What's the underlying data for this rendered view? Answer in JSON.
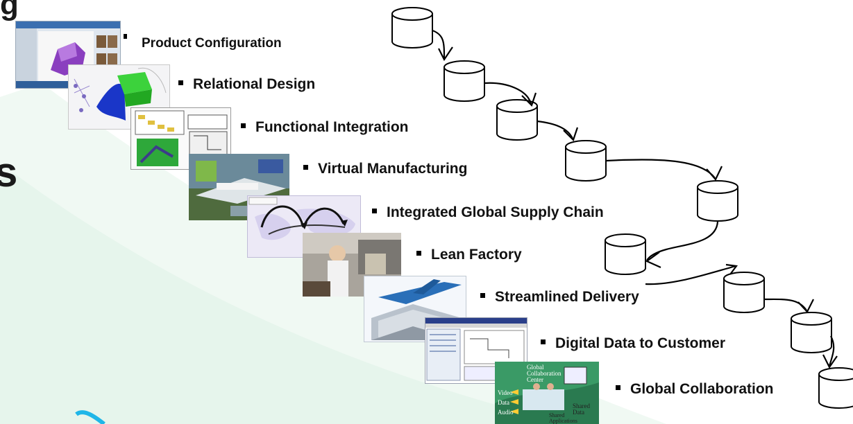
{
  "edge_text": {
    "top": "g",
    "middle": "s"
  },
  "steps": [
    {
      "label": "Product Configuration"
    },
    {
      "label": "Relational Design"
    },
    {
      "label": "Functional Integration"
    },
    {
      "label": "Virtual Manufacturing"
    },
    {
      "label": "Integrated Global Supply Chain"
    },
    {
      "label": "Lean Factory"
    },
    {
      "label": "Streamlined Delivery"
    },
    {
      "label": "Digital Data to Customer"
    },
    {
      "label": "Global Collaboration"
    }
  ],
  "collab_image": {
    "center_label": "Global Collaboration Center",
    "video": "Video",
    "data": "Data",
    "audio": "Audio",
    "shared_data": "Shared Data",
    "shared_applications": "Shared Applications"
  },
  "colors": {
    "accent_swoosh": "#1fb6e8",
    "swoosh_fill": "#e9f7ef"
  }
}
